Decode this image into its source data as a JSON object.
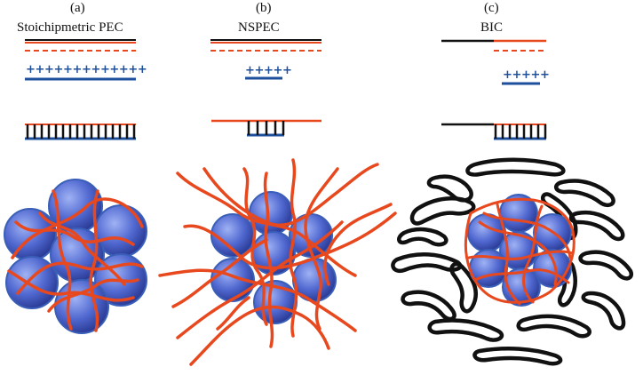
{
  "colors": {
    "orange": "#e8481e",
    "blue": "#1e4f9c",
    "black": "#111111",
    "sphere_light": "#8fa6ee",
    "sphere_dark": "#2a3a9a",
    "sphere_edge": "#3a5fb8"
  },
  "panels": [
    {
      "letter": "(a)",
      "title": "Stoichipmetric PEC",
      "charges": "+++++++++++++"
    },
    {
      "letter": "(b)",
      "title": "NSPEC",
      "charges": "+++++"
    },
    {
      "letter": "(c)",
      "title": "BIC",
      "charges": "+++++"
    }
  ]
}
